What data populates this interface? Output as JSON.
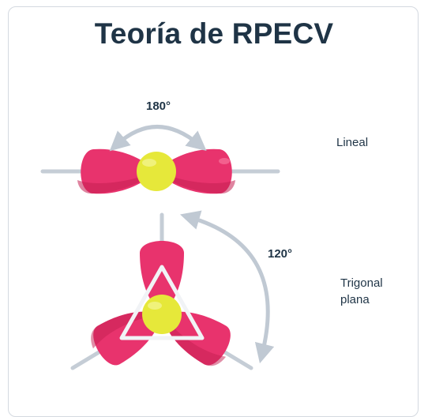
{
  "title": "Teoría de RPECV",
  "geometries": [
    {
      "angle_label": "180°",
      "name": "Lineal"
    },
    {
      "angle_label": "120°",
      "name": "Trigonal plana"
    }
  ],
  "colors": {
    "lobe": "#e8336d",
    "lobe_dark": "#c41f52",
    "nucleus": "#e6e83a",
    "axis": "#c5cdd6",
    "arrow": "#c0c9d3",
    "text": "#1f3446"
  }
}
